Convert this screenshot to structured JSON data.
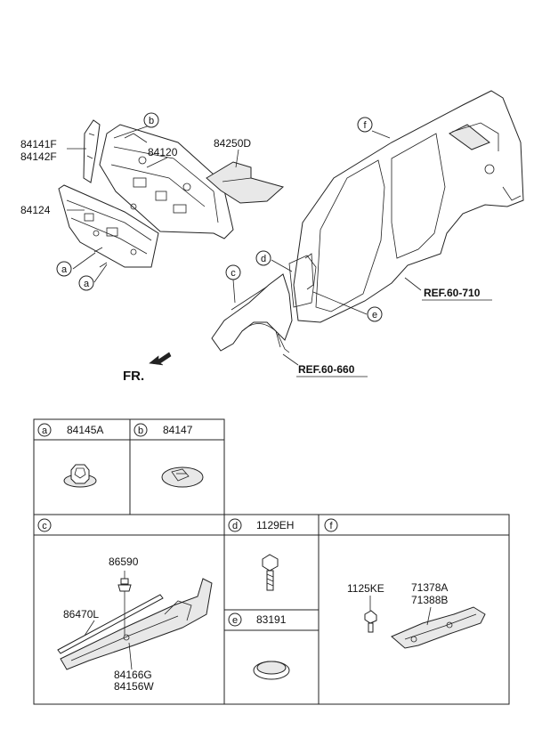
{
  "diagram": {
    "callouts": {
      "a": "a",
      "b": "b",
      "c": "c",
      "d": "d",
      "e": "e",
      "f": "f"
    },
    "part_numbers": {
      "p84141F": "84141F",
      "p84142F": "84142F",
      "p84120": "84120",
      "p84250D": "84250D",
      "p84124": "84124"
    },
    "references": {
      "ref_710": "REF.60-710",
      "ref_660": "REF.60-660"
    },
    "front_label": "FR."
  },
  "legend": {
    "cell_a": {
      "letter": "a",
      "part": "84145A"
    },
    "cell_b": {
      "letter": "b",
      "part": "84147"
    },
    "cell_c": {
      "letter": "c",
      "parts": [
        "86590",
        "86470L",
        "84166G",
        "84156W"
      ]
    },
    "cell_d": {
      "letter": "d",
      "part": "1129EH"
    },
    "cell_e": {
      "letter": "e",
      "part": "83191"
    },
    "cell_f": {
      "letter": "f",
      "parts": [
        "1125KE",
        "71378A",
        "71388B"
      ]
    }
  }
}
